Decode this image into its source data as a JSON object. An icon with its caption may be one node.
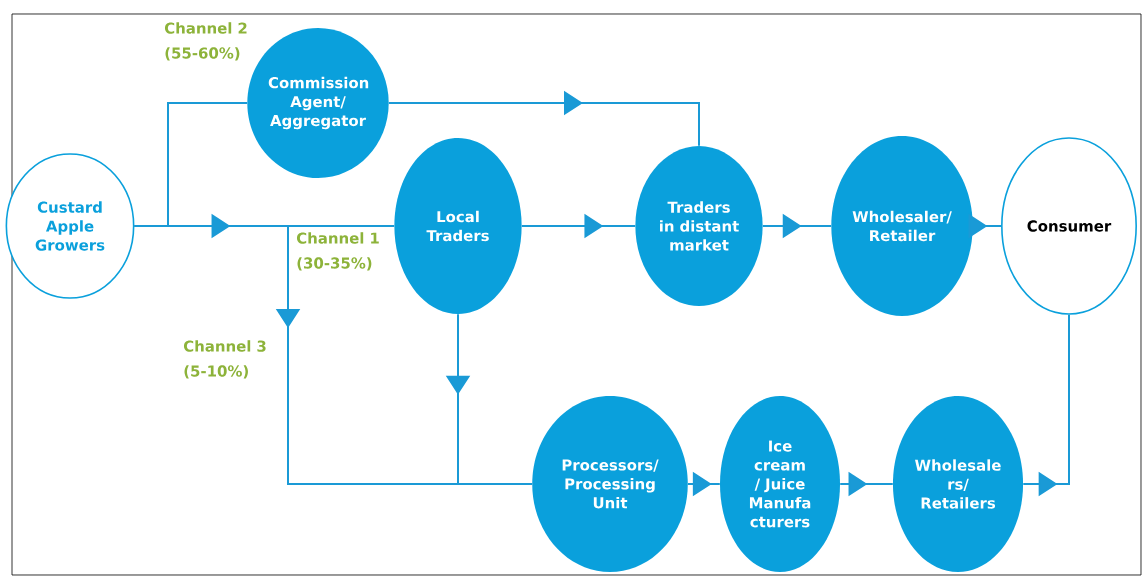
{
  "diagram": {
    "nodes": [
      {
        "text": [
          "Custard Apple Growers"
        ]
      },
      {
        "text": [
          "Commission Agent/ Aggregator"
        ]
      },
      {
        "text": [
          "Local Traders"
        ]
      },
      {
        "text": [
          "Traders in distant market"
        ]
      },
      {
        "text": [
          "Wholesaler/ Retailer"
        ]
      },
      {
        "text": [
          "Consumer"
        ]
      },
      {
        "text": [
          "Processors/ Processing Unit"
        ]
      },
      {
        "text": [
          "Ice cream / Juice Manufa cturers"
        ]
      },
      {
        "text": [
          "Wholesale rs/ Retailers"
        ]
      }
    ],
    "edges": [
      {
        "from": 0,
        "to": 1,
        "arrow": "none"
      },
      {
        "from": 1,
        "to": 3,
        "arrow": "to"
      },
      {
        "from": 0,
        "to": 2,
        "arrow": "to"
      },
      {
        "from": 2,
        "to": 3,
        "arrow": "to"
      },
      {
        "from": 3,
        "to": 4,
        "arrow": "to"
      },
      {
        "from": 4,
        "to": 5,
        "arrow": "to"
      },
      {
        "from": 0,
        "to": 6,
        "arrow": "to"
      },
      {
        "from": 2,
        "to": 6,
        "arrow": "to"
      },
      {
        "from": 6,
        "to": 7,
        "arrow": "to"
      },
      {
        "from": 7,
        "to": 8,
        "arrow": "to"
      },
      {
        "from": 8,
        "to": 5,
        "arrow": "to"
      }
    ],
    "labels": [
      "Channel 2 (55-60%)",
      "Channel 1 (30-35%)",
      "Channel 3 (5-10%)"
    ]
  }
}
